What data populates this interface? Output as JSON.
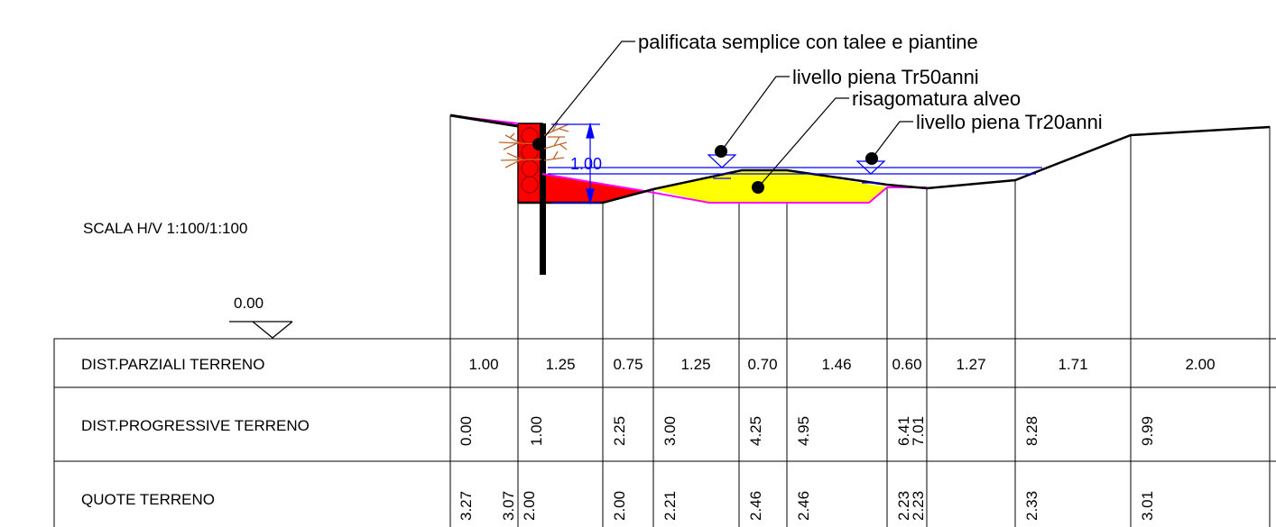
{
  "annotations": {
    "palificata": "palificata semplice con talee e piantine",
    "tr50": "livello piena Tr50anni",
    "risagomatura": "risagomatura alveo",
    "tr20": "livello piena Tr20anni",
    "dimension": "1.00"
  },
  "scale_label": "SCALA H/V 1:100/1:100",
  "datum": "0.00",
  "table": {
    "rows": {
      "partial": "DIST.PARZIALI TERRENO",
      "progressive": "DIST.PROGRESSIVE TERRENO",
      "elevations": "QUOTE TERRENO"
    },
    "partial_distances": [
      "1.00",
      "1.25",
      "0.75",
      "1.25",
      "0.70",
      "1.46",
      "0.60",
      "1.27",
      "1.71",
      "2.00"
    ],
    "progressive_distances": [
      "0.00",
      "1.00",
      "2.25",
      "3.00",
      "4.25",
      "4.95",
      "6.41",
      "7.01",
      "8.28",
      "9.99"
    ],
    "elevations": [
      "3.27",
      "3.07",
      "2.00",
      "2.00",
      "2.21",
      "2.46",
      "2.46",
      "2.23",
      "2.23",
      "2.33",
      "3.01"
    ]
  },
  "colors": {
    "wall_fill": "#ff0000",
    "excavation_fill": "#ff0000",
    "reshaping_fill": "#ffff00",
    "design_line": "#ff00ff",
    "water_level": "#0000ff",
    "vegetation": "#c0652a",
    "ground_line": "#000000"
  }
}
